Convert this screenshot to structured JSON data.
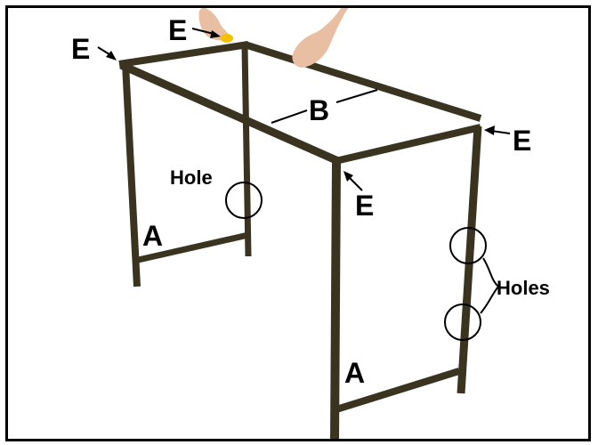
{
  "labels": {
    "leg_left": "A",
    "leg_right": "A",
    "brace_center": "B",
    "corner_top_left": "E",
    "corner_top_back": "E",
    "corner_front": "E",
    "corner_right": "E",
    "hole_single": "Hole",
    "holes_pair": "Holes"
  },
  "colors": {
    "frame_metal": "#3a3320",
    "frame_metal_highlight": "#5a5034",
    "skin": "#e8bfa3",
    "grip_yellow": "#f2c200",
    "border": "#000000"
  }
}
